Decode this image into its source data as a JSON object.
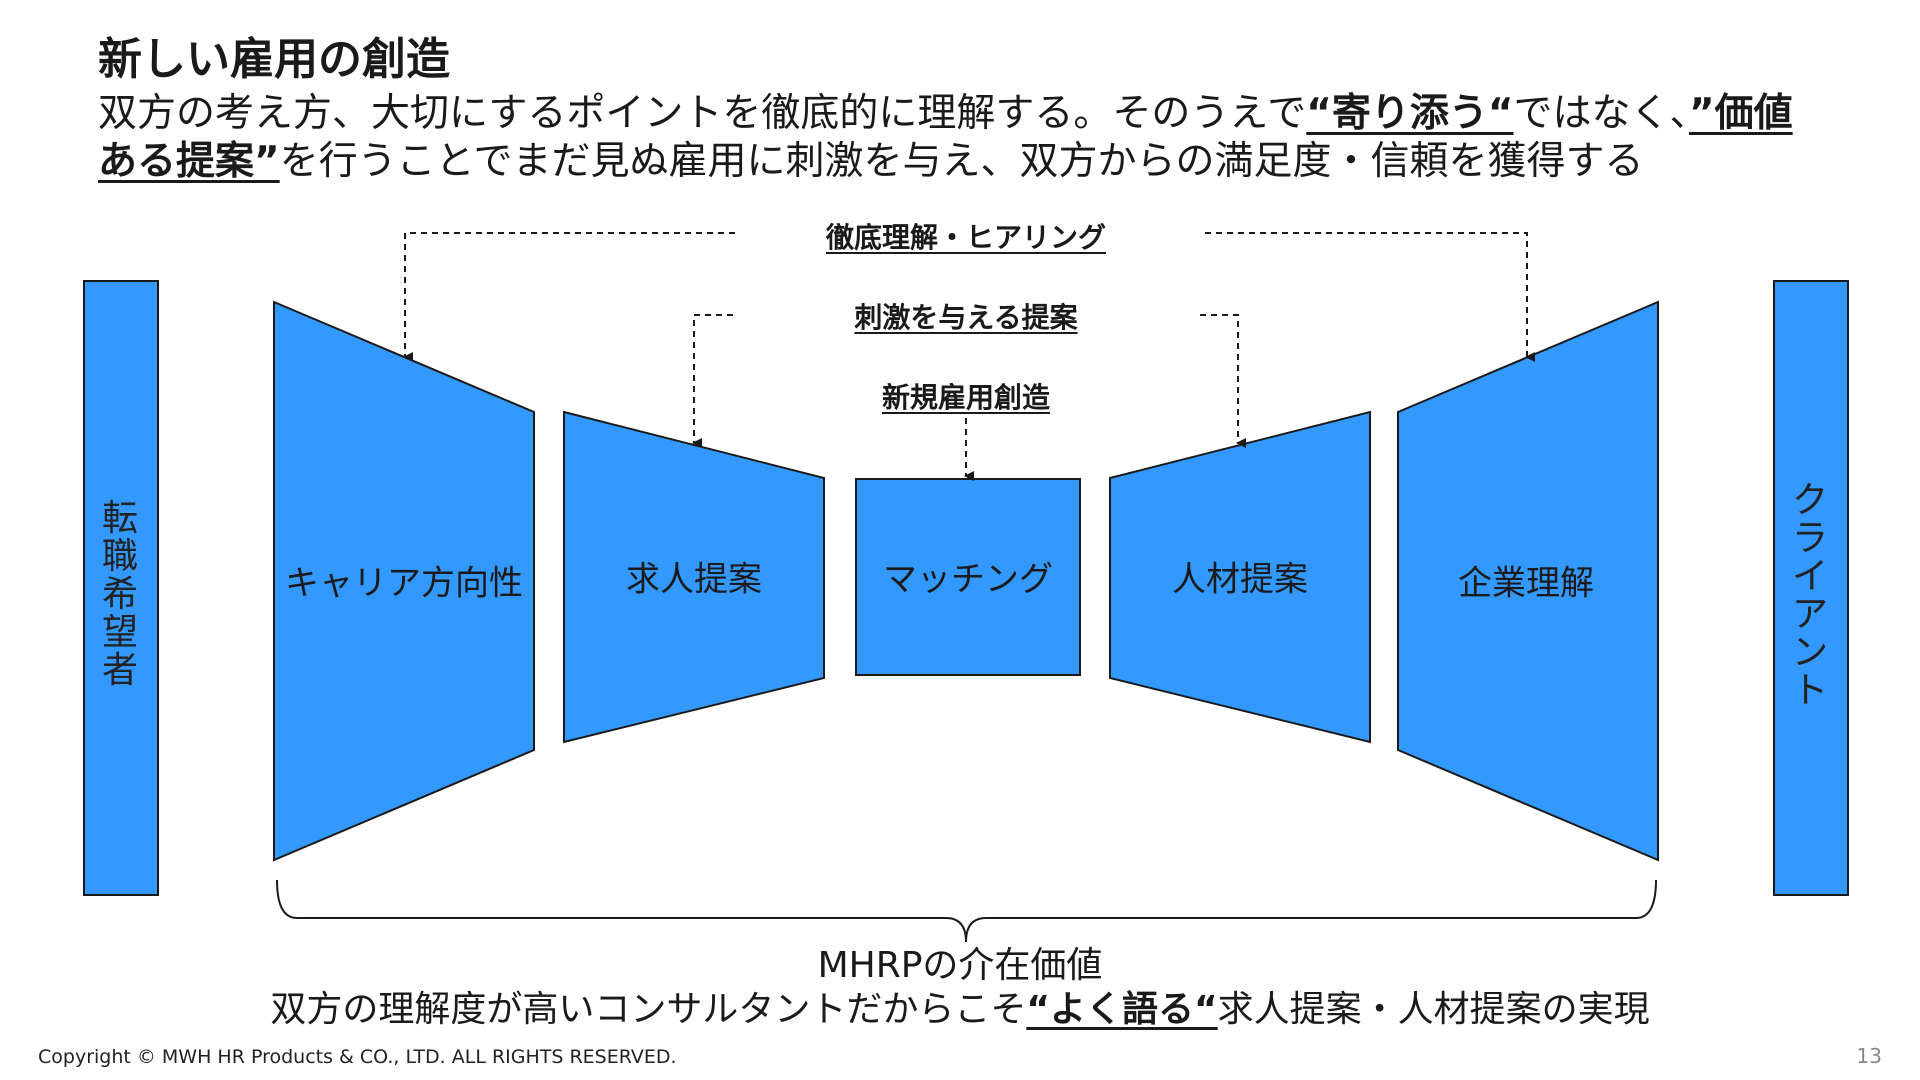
{
  "title": "新しい雇用の創造",
  "subtitle": {
    "part1": "双方の考え方、大切にするポイントを徹底的に理解する。そのうえで",
    "emph1": "“寄り添う“",
    "part2": "ではなく、",
    "emph2": "”価値ある提案”",
    "part3": "を行うことでまだ見ぬ雇用に刺激を与え、双方からの満足度・信頼を獲得する"
  },
  "process_labels": {
    "hearing": "徹底理解・ヒアリング",
    "stimulus": "刺激を与える提案",
    "creation": "新規雇用創造"
  },
  "side_bars": {
    "left": "転職希望者",
    "right": "クライアント"
  },
  "stages": [
    {
      "label": "キャリア方向性"
    },
    {
      "label": "求人提案"
    },
    {
      "label": "マッチング"
    },
    {
      "label": "人材提案"
    },
    {
      "label": "企業理解"
    }
  ],
  "bottom": {
    "line1": "MHRPの介在価値",
    "line2_part1": "双方の理解度が高いコンサルタントだからこそ",
    "line2_emph": "“よく語る“",
    "line2_part2": "求人提案・人材提案の実現"
  },
  "footer": "Copyright © MWH HR Products & CO., LTD. ALL RIGHTS RESERVED.",
  "page_number": "13",
  "colors": {
    "shape_fill": "#3399ff",
    "shape_stroke": "#1a1a1a"
  }
}
